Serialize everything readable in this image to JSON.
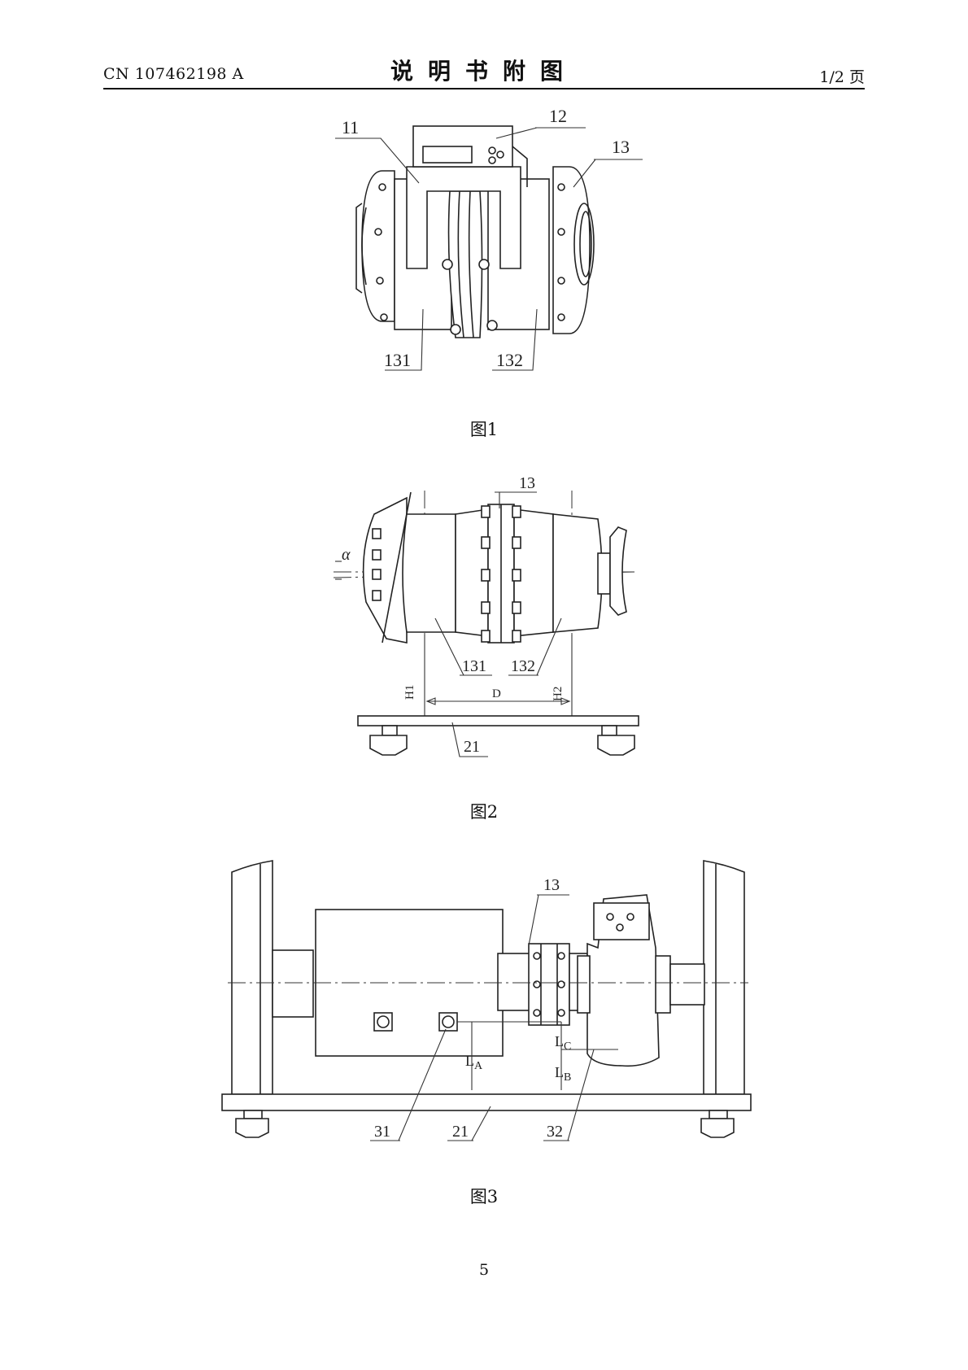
{
  "header": {
    "doc_number": "CN 107462198 A",
    "title": "说明书附图",
    "page_of": "1/2 页"
  },
  "figure1": {
    "caption": "图1",
    "labels": {
      "l11": "11",
      "l12": "12",
      "l13": "13",
      "l131": "131",
      "l132": "132"
    }
  },
  "figure2": {
    "caption": "图2",
    "labels": {
      "l13": "13",
      "alpha": "α",
      "l131": "131",
      "l132": "132",
      "h1": "H1",
      "d": "D",
      "h2": "H2",
      "l21": "21"
    }
  },
  "figure3": {
    "caption": "图3",
    "labels": {
      "l13": "13",
      "lc": "L",
      "lc_sub": "C",
      "la": "L",
      "la_sub": "A",
      "lb": "L",
      "lb_sub": "B",
      "l31": "31",
      "l21": "21",
      "l32": "32"
    }
  },
  "page_number": "5"
}
